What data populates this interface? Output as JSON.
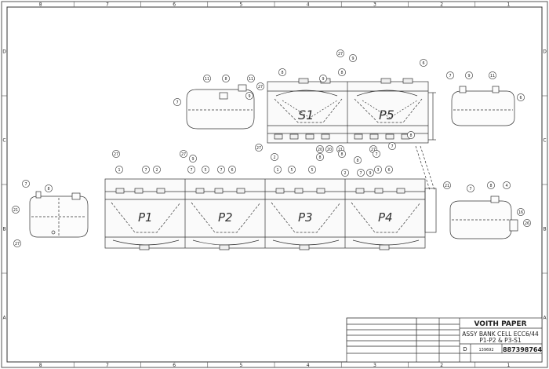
{
  "border": {
    "columns_top": [
      "8",
      "7",
      "6",
      "5",
      "4",
      "3",
      "2",
      "1"
    ],
    "columns_bottom": [
      "8",
      "7",
      "6",
      "5",
      "4",
      "3",
      "2",
      "1"
    ],
    "rows_left": [
      "D",
      "C",
      "B",
      "A"
    ],
    "rows_right": [
      "D",
      "C",
      "B",
      "A"
    ]
  },
  "cells": {
    "upper": [
      "S1",
      "P5"
    ],
    "lower": [
      "P1",
      "P2",
      "P3",
      "P4"
    ]
  },
  "title_block": {
    "company": "VOITH PAPER",
    "title_line1": "ASSY BANK CELL ECC6/44",
    "title_line2": "P1-P2 & P3-S1",
    "size": "D",
    "code": "139692",
    "drawing_number": "887398764"
  },
  "callouts": {
    "upper_cells": [
      "27",
      "8",
      "9",
      "8",
      "27",
      "9",
      "6",
      "27",
      "20",
      "20",
      "21",
      "27",
      "7",
      "8"
    ],
    "lower_cells": [
      "1",
      "7",
      "2",
      "7",
      "5",
      "7",
      "6",
      "9",
      "1",
      "5",
      "5",
      "7",
      "2",
      "9",
      "3",
      "6",
      "8",
      "7",
      "8",
      "8",
      "2",
      "27",
      "27"
    ],
    "left_tank": [
      "7",
      "8",
      "21",
      "27"
    ],
    "top_left_tank": [
      "11",
      "7",
      "8",
      "11",
      "9"
    ],
    "right_tank_top": [
      "7",
      "9",
      "11",
      "6"
    ],
    "right_tank_bottom": [
      "21",
      "7",
      "8",
      "4",
      "16",
      "26"
    ]
  }
}
